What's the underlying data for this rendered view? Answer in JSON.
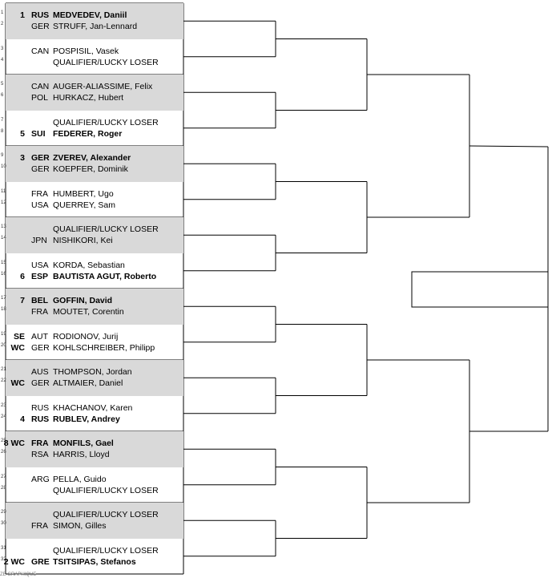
{
  "draw": {
    "matches": [
      {
        "players": [
          {
            "pos": "1",
            "seed": "1",
            "country": "RUS",
            "name": "MEDVEDEV, Daniil",
            "bold": true
          },
          {
            "pos": "2",
            "seed": "",
            "country": "GER",
            "name": "STRUFF, Jan-Lennard",
            "bold": false
          }
        ]
      },
      {
        "players": [
          {
            "pos": "3",
            "seed": "",
            "country": "CAN",
            "name": "POSPISIL, Vasek",
            "bold": false
          },
          {
            "pos": "4",
            "seed": "",
            "country": "",
            "name": "QUALIFIER/LUCKY LOSER",
            "bold": false
          }
        ]
      },
      {
        "players": [
          {
            "pos": "5",
            "seed": "",
            "country": "CAN",
            "name": "AUGER-ALIASSIME, Felix",
            "bold": false
          },
          {
            "pos": "6",
            "seed": "",
            "country": "POL",
            "name": "HURKACZ, Hubert",
            "bold": false
          }
        ]
      },
      {
        "players": [
          {
            "pos": "7",
            "seed": "",
            "country": "",
            "name": "QUALIFIER/LUCKY LOSER",
            "bold": false
          },
          {
            "pos": "8",
            "seed": "5",
            "country": "SUI",
            "name": "FEDERER, Roger",
            "bold": true
          }
        ]
      },
      {
        "players": [
          {
            "pos": "9",
            "seed": "3",
            "country": "GER",
            "name": "ZVEREV, Alexander",
            "bold": true
          },
          {
            "pos": "10",
            "seed": "",
            "country": "GER",
            "name": "KOEPFER, Dominik",
            "bold": false
          }
        ]
      },
      {
        "players": [
          {
            "pos": "11",
            "seed": "",
            "country": "FRA",
            "name": "HUMBERT, Ugo",
            "bold": false
          },
          {
            "pos": "12",
            "seed": "",
            "country": "USA",
            "name": "QUERREY, Sam",
            "bold": false
          }
        ]
      },
      {
        "players": [
          {
            "pos": "13",
            "seed": "",
            "country": "",
            "name": "QUALIFIER/LUCKY LOSER",
            "bold": false
          },
          {
            "pos": "14",
            "seed": "",
            "country": "JPN",
            "name": "NISHIKORI, Kei",
            "bold": false
          }
        ]
      },
      {
        "players": [
          {
            "pos": "15",
            "seed": "",
            "country": "USA",
            "name": "KORDA, Sebastian",
            "bold": false
          },
          {
            "pos": "16",
            "seed": "6",
            "country": "ESP",
            "name": "BAUTISTA AGUT, Roberto",
            "bold": true
          }
        ]
      },
      {
        "players": [
          {
            "pos": "17",
            "seed": "7",
            "country": "BEL",
            "name": "GOFFIN, David",
            "bold": true
          },
          {
            "pos": "18",
            "seed": "",
            "country": "FRA",
            "name": "MOUTET, Corentin",
            "bold": false
          }
        ]
      },
      {
        "players": [
          {
            "pos": "19",
            "seed": "SE",
            "country": "AUT",
            "name": "RODIONOV, Jurij",
            "bold": false
          },
          {
            "pos": "20",
            "seed": "WC",
            "country": "GER",
            "name": "KOHLSCHREIBER, Philipp",
            "bold": false
          }
        ]
      },
      {
        "players": [
          {
            "pos": "21",
            "seed": "",
            "country": "AUS",
            "name": "THOMPSON, Jordan",
            "bold": false
          },
          {
            "pos": "22",
            "seed": "WC",
            "country": "GER",
            "name": "ALTMAIER, Daniel",
            "bold": false
          }
        ]
      },
      {
        "players": [
          {
            "pos": "23",
            "seed": "",
            "country": "RUS",
            "name": "KHACHANOV, Karen",
            "bold": false
          },
          {
            "pos": "24",
            "seed": "4",
            "country": "RUS",
            "name": "RUBLEV, Andrey",
            "bold": true
          }
        ]
      },
      {
        "players": [
          {
            "pos": "25",
            "seed": "8 WC",
            "country": "FRA",
            "name": "MONFILS, Gael",
            "bold": true
          },
          {
            "pos": "26",
            "seed": "",
            "country": "RSA",
            "name": "HARRIS, Lloyd",
            "bold": false
          }
        ]
      },
      {
        "players": [
          {
            "pos": "27",
            "seed": "",
            "country": "ARG",
            "name": "PELLA, Guido",
            "bold": false
          },
          {
            "pos": "28",
            "seed": "",
            "country": "",
            "name": "QUALIFIER/LUCKY LOSER",
            "bold": false
          }
        ]
      },
      {
        "players": [
          {
            "pos": "29",
            "seed": "",
            "country": "",
            "name": "QUALIFIER/LUCKY LOSER",
            "bold": false
          },
          {
            "pos": "30",
            "seed": "",
            "country": "FRA",
            "name": "SIMON, Gilles",
            "bold": false
          }
        ]
      },
      {
        "players": [
          {
            "pos": "31",
            "seed": "",
            "country": "",
            "name": "QUALIFIER/LUCKY LOSER",
            "bold": false
          },
          {
            "pos": "32",
            "seed": "2 WC",
            "country": "GRE",
            "name": "TSITSIPAS, Stefanos",
            "bold": true
          }
        ]
      }
    ],
    "winner_box_text": "",
    "footer_text": "ZE GRAPHIQUE"
  }
}
